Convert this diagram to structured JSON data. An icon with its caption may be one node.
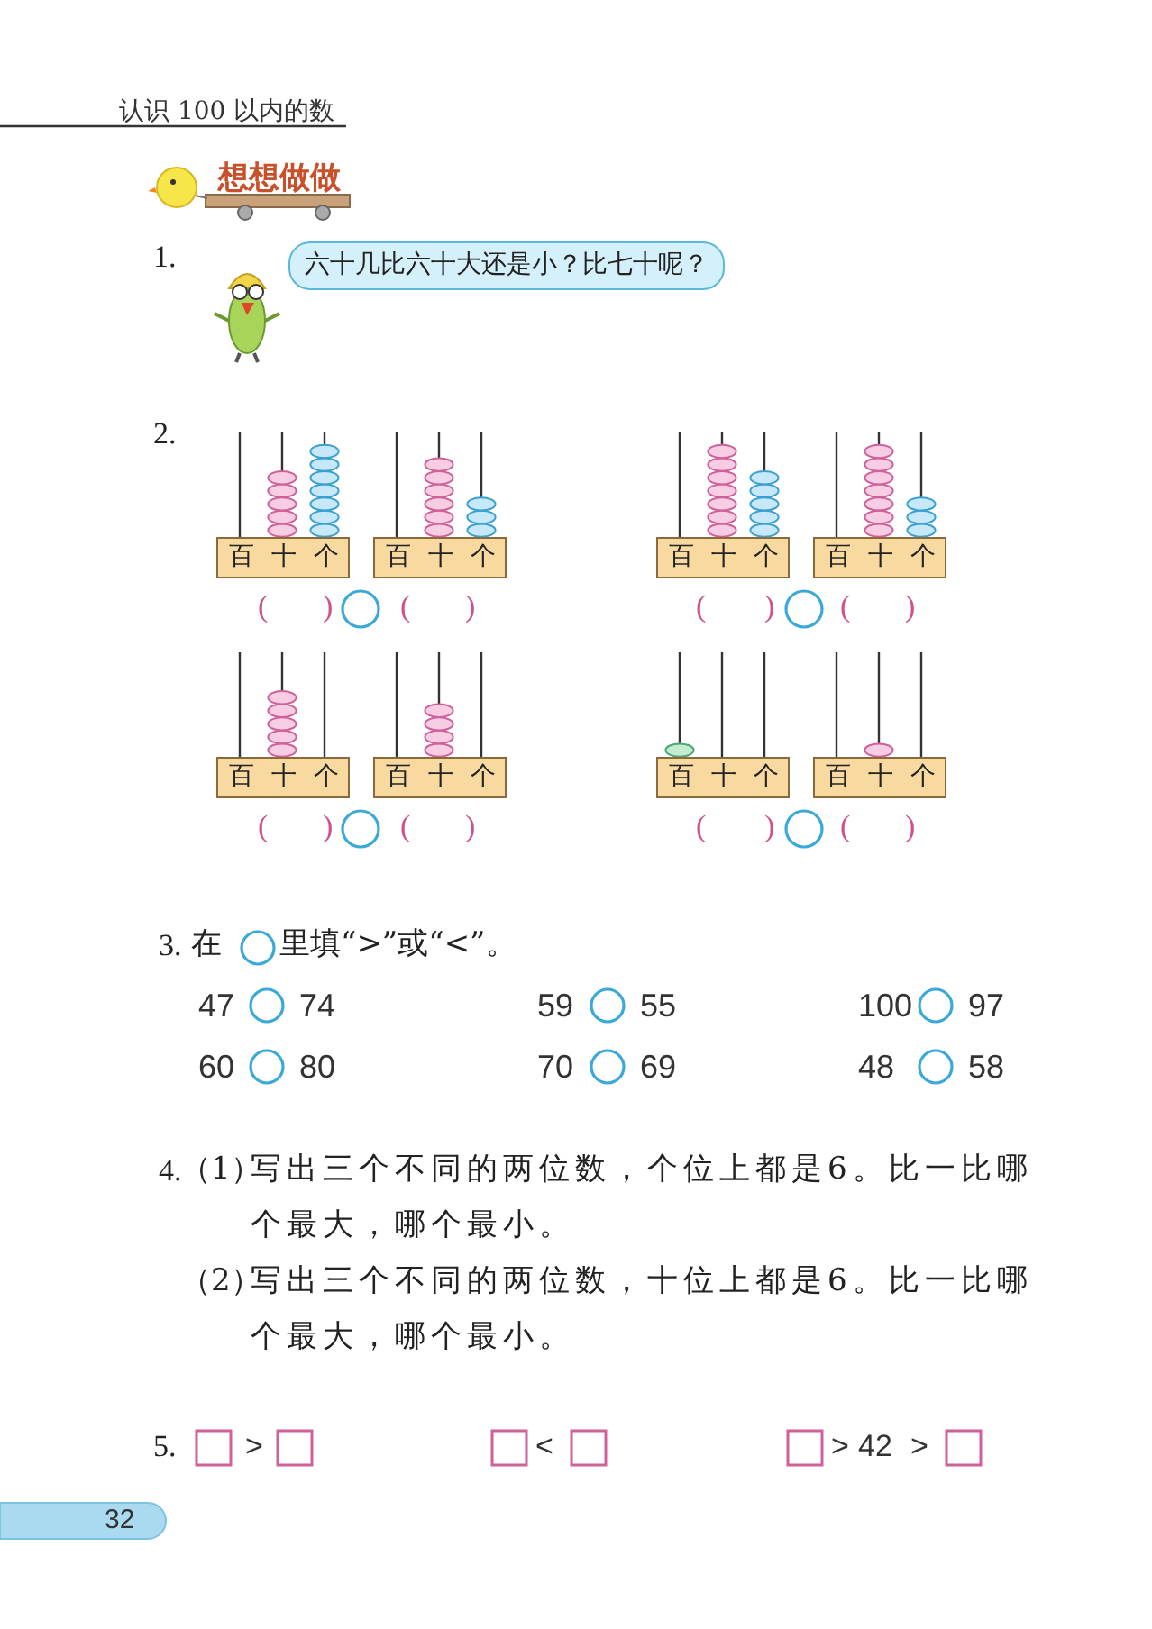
{
  "diagram": {
    "nodes": [
      {
        "text": [
          "六十几比六十大还是小？比七十呢？"
        ]
      },
      {
        "text": [
          "百",
          "十",
          "个"
        ]
      },
      {
        "text": [
          "百",
          "十",
          "个"
        ]
      },
      {
        "text": [
          "百",
          "十",
          "个"
        ]
      },
      {
        "text": [
          "百",
          "十",
          "个"
        ]
      },
      {
        "text": [
          "百",
          "十",
          "个"
        ]
      },
      {
        "text": [
          "百",
          "十",
          "个"
        ]
      },
      {
        "text": [
          "百",
          "十",
          "个"
        ]
      },
      {
        "text": [
          "百",
          "十",
          "个"
        ]
      }
    ],
    "edges": [],
    "labels": [
      "认识 100 以内的数",
      "想想做做",
      "1.",
      "2.",
      "(",
      ")",
      "(",
      ")",
      "(",
      ")",
      "(",
      ")",
      "(",
      ")",
      "(",
      ")",
      "(",
      ")",
      "(",
      ")",
      "3.",
      "在",
      "里填“>”或“<”。",
      "47",
      "74",
      "59",
      "55",
      "100",
      "97",
      "60",
      "80",
      "70",
      "69",
      "48",
      "58",
      "4.",
      "（1）",
      "写出三个不同的两位数，个位上都是6。比一比哪个最大，哪个最小。",
      "（2）",
      "写出三个不同的两位数，十位上都是6。比一比哪个最大，哪个最小。",
      "5.",
      ">",
      "<",
      ">",
      "42",
      ">",
      "32"
    ]
  }
}
